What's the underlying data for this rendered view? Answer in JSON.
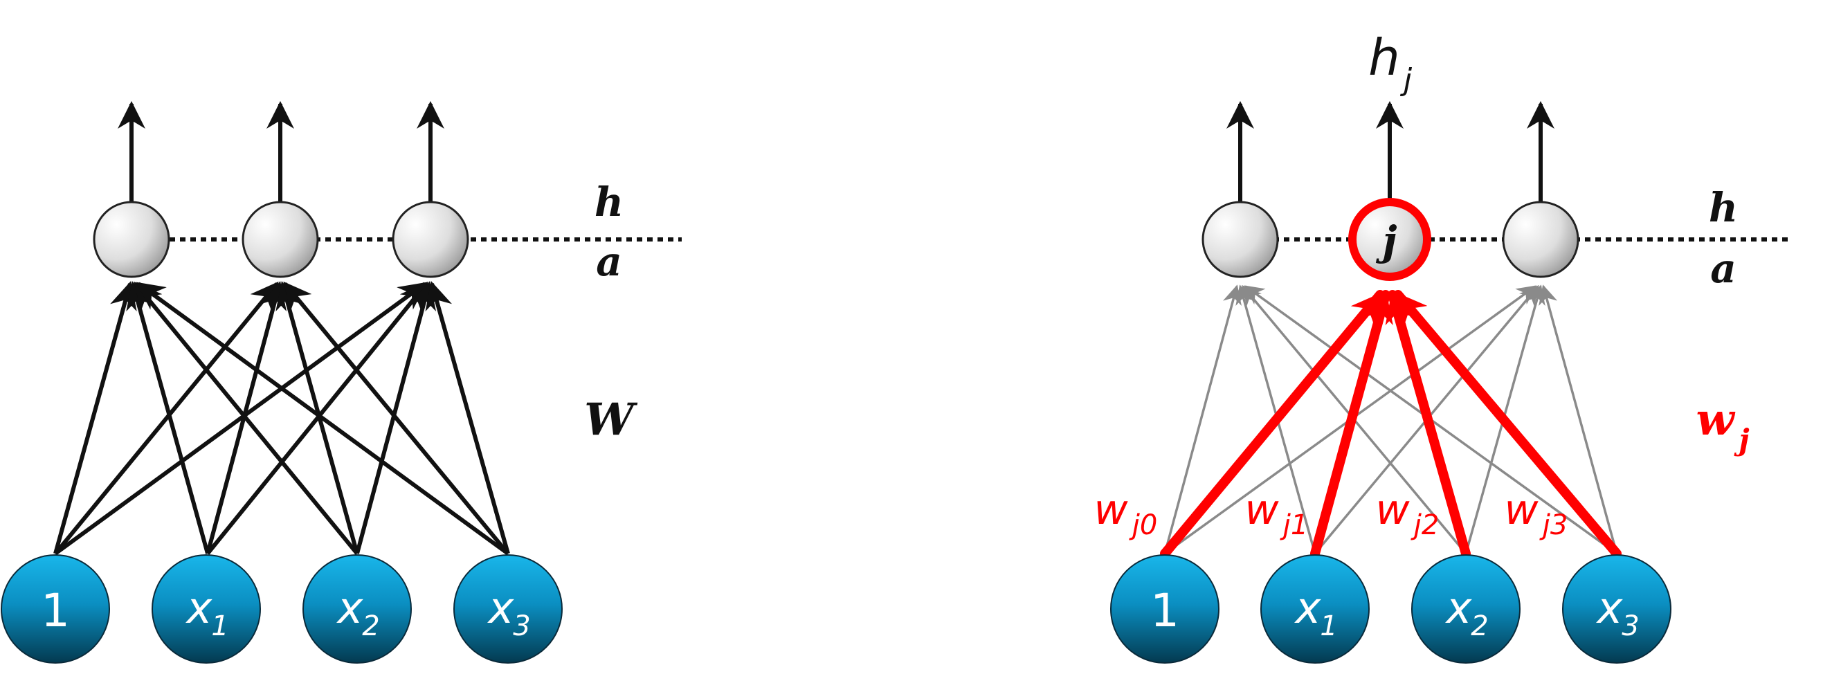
{
  "left_network": {
    "input_nodes": [
      {
        "label": "1",
        "sub": ""
      },
      {
        "label": "x",
        "sub": "1"
      },
      {
        "label": "x",
        "sub": "2"
      },
      {
        "label": "x",
        "sub": "3"
      }
    ],
    "hidden_layer_top_label": "h",
    "hidden_layer_bottom_label": "a",
    "weight_label": "W"
  },
  "right_network": {
    "input_nodes": [
      {
        "label": "1",
        "sub": ""
      },
      {
        "label": "x",
        "sub": "1"
      },
      {
        "label": "x",
        "sub": "2"
      },
      {
        "label": "x",
        "sub": "3"
      }
    ],
    "highlighted_node_label": "j",
    "output_label": "h",
    "output_label_sub": "j",
    "hidden_layer_top_label": "h",
    "hidden_layer_bottom_label": "a",
    "weight_vector_label": "w",
    "weight_vector_sub": "j",
    "weight_labels": [
      {
        "label": "w",
        "sub": "j0"
      },
      {
        "label": "w",
        "sub": "j1"
      },
      {
        "label": "w",
        "sub": "j2"
      },
      {
        "label": "w",
        "sub": "j3"
      }
    ]
  },
  "colors": {
    "input_node_top": "#19b6ea",
    "input_node_bottom": "#033a50",
    "highlight": "#ff0000",
    "edge": "#111111",
    "faded_edge": "#8a8a8a"
  }
}
